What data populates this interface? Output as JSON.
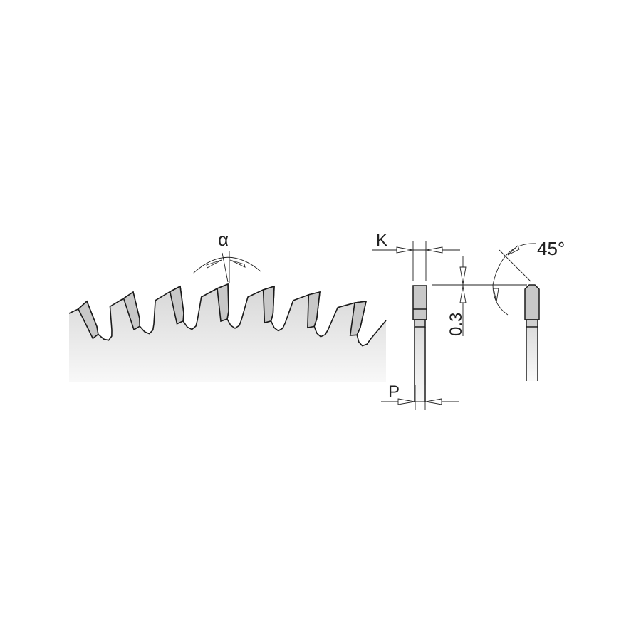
{
  "labels": {
    "alpha": "α",
    "kerf": "K",
    "plate": "P",
    "projection": "0.3",
    "bevel": "45°"
  },
  "colors": {
    "outline": "#1a1a1a",
    "carbide": "#c8c8c8",
    "body_top": "#d9d9d9",
    "body_bottom": "#f7f7f7"
  }
}
